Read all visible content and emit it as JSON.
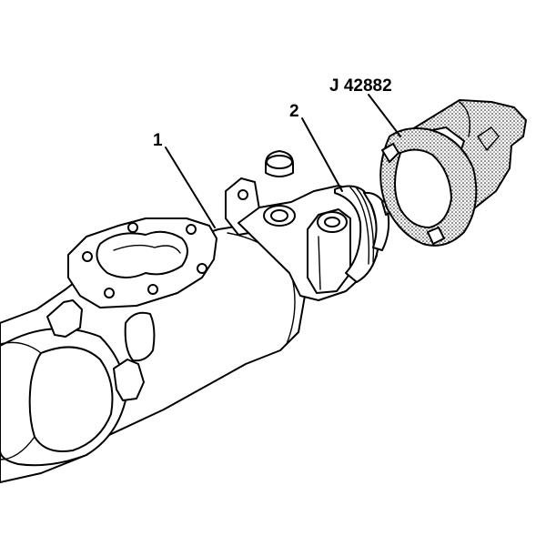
{
  "labels": {
    "part_1": "1",
    "part_2": "2",
    "tool": "J 42882"
  }
}
